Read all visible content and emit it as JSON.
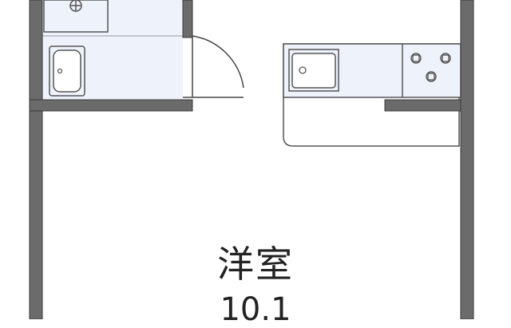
{
  "floorplan": {
    "room_name": "洋室",
    "room_size": "10.1",
    "colors": {
      "wall": "#6b6b6b",
      "fixture_fill": "#eef2fb",
      "fixture_stroke": "#555555",
      "floor": "#ffffff"
    },
    "fixtures": [
      "washbasin",
      "floor-drain",
      "kitchen-sink",
      "gas-stove-3-burner",
      "entry-door"
    ]
  }
}
